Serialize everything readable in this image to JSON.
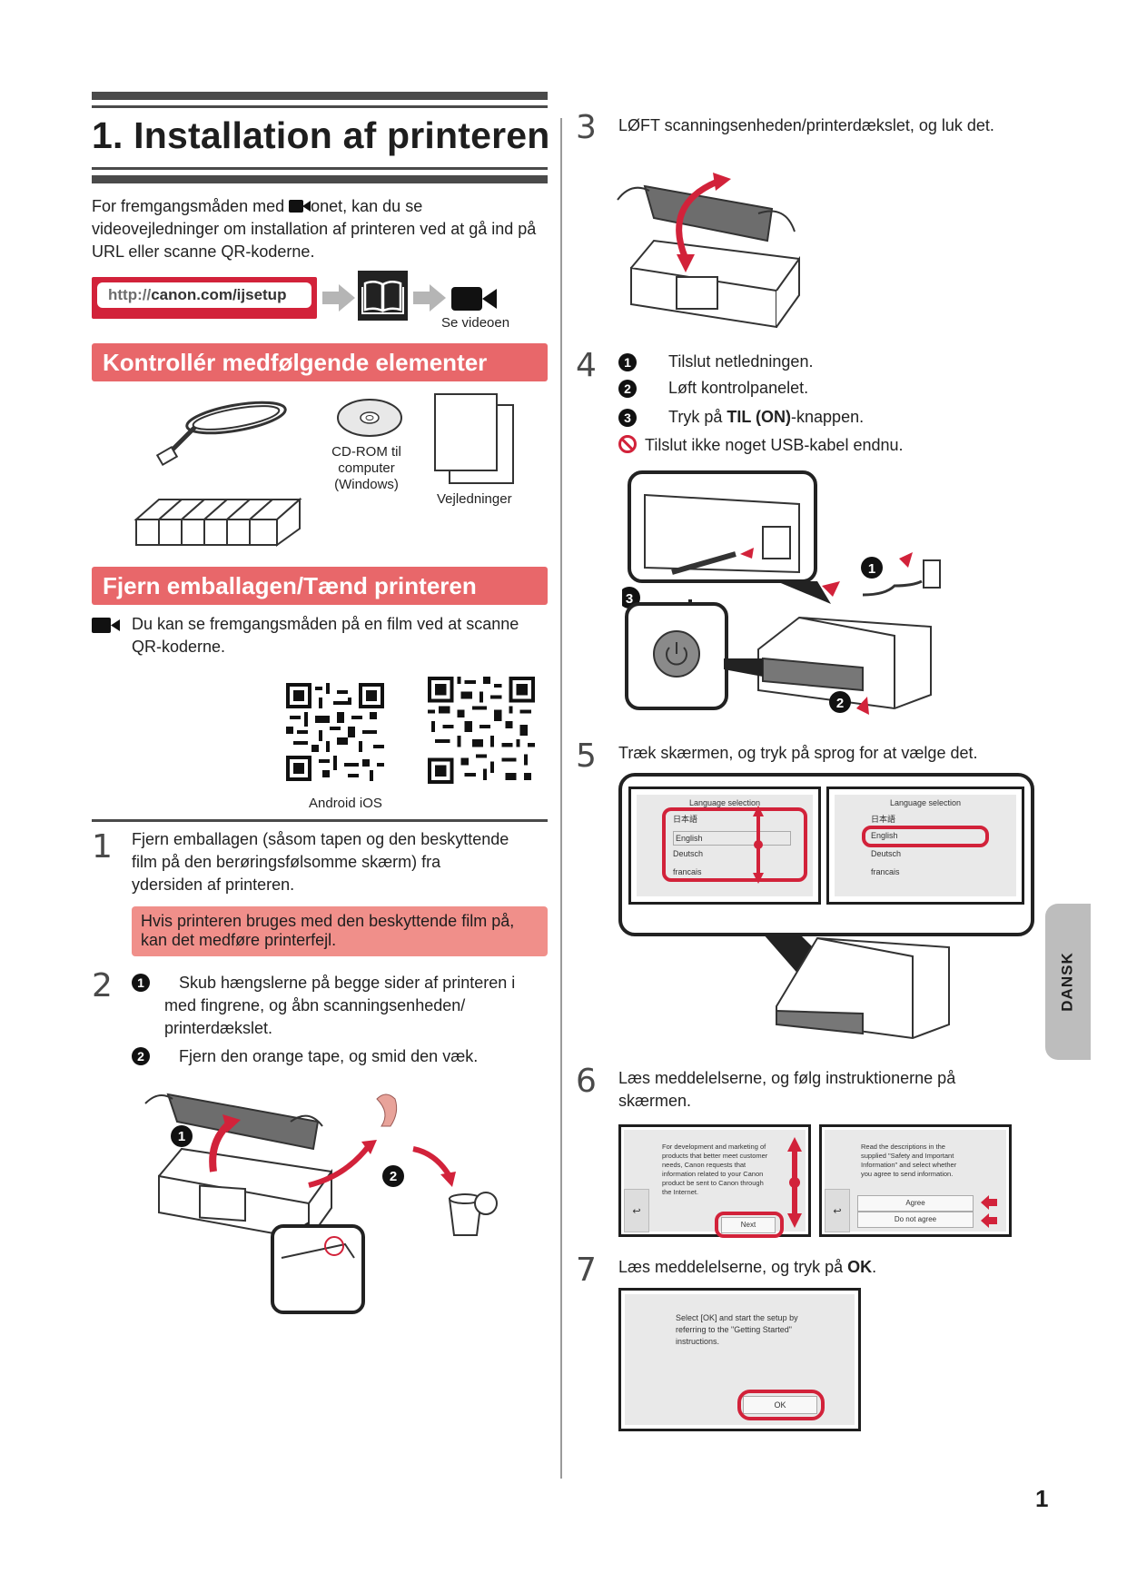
{
  "page": {
    "title": "1. Installation af printeren",
    "page_number": "1",
    "language_tab": "DANSK"
  },
  "intro": {
    "text_before_icon": "For fremgangsmåden med ",
    "icon": "video-camera-icon",
    "text_after_icon": "onet, kan du se videovejledninger om installation af printeren ved at gå ind på URL eller scanne QR-koderne.",
    "url_prefix": "http://",
    "url_bold": "canon.com/ijsetup",
    "book_icon": "open-book-icon",
    "see_video_label": "Se videoen"
  },
  "sections": {
    "contents_title": "Kontrollér medfølgende elementer",
    "contents_items": [
      {
        "icon": "power-cord-icon",
        "label": ""
      },
      {
        "icon": "cd-rom-icon",
        "label": "CD-ROM til computer (Windows)"
      },
      {
        "icon": "manuals-icon",
        "label": "Vejledninger"
      },
      {
        "icon": "ink-cartridges-icon",
        "label": ""
      }
    ],
    "cd_label_lines": [
      "CD-ROM til",
      "computer",
      "(Windows)"
    ],
    "manuals_label": "Vejledninger",
    "unpack_title": "Fjern emballagen/Tænd printeren",
    "video_note": "Du kan se fremgangsmåden på en film ved at scanne QR-koderne.",
    "qr_label": "Android iOS"
  },
  "steps": {
    "s1": {
      "num": "1",
      "text": "Fjern emballagen (såsom tapen og den beskyttende film på den berøringsfølsomme skærm) fra ydersiden af printeren.",
      "warning": "Hvis printeren bruges med den beskyttende film på, kan det medføre printerfejl."
    },
    "s2": {
      "num": "2",
      "items": [
        {
          "bullet": "1",
          "text": "Skub hængslerne på begge sider af printeren i med fingrene, og åbn scanningsenheden/ printerdækslet."
        },
        {
          "bullet": "2",
          "text": "Fjern den orange tape, og smid den væk."
        }
      ],
      "callouts": [
        "1",
        "2"
      ]
    },
    "s3": {
      "num": "3",
      "text": "LØFT scanningsenheden/printerdækslet, og luk det."
    },
    "s4": {
      "num": "4",
      "items": [
        {
          "bullet": "1",
          "text": "Tilslut netledningen."
        },
        {
          "bullet": "2",
          "text": "Løft kontrolpanelet."
        },
        {
          "bullet": "3",
          "text_pre": "Tryk på ",
          "text_bold": "TIL (ON)",
          "text_post": "-knappen."
        }
      ],
      "prohibition": "Tilslut ikke noget USB-kabel endnu.",
      "callouts": [
        "1",
        "2",
        "3"
      ]
    },
    "s5": {
      "num": "5",
      "text": "Træk skærmen, og tryk på sprog for at vælge det.",
      "screen_title": "Language selection",
      "languages": [
        "日本語",
        "English",
        "Deutsch",
        "francais"
      ]
    },
    "s6": {
      "num": "6",
      "text": "Læs meddelelserne, og følg instruktionerne på skærmen.",
      "screen1_text": "For development and marketing of products that better meet customer needs, Canon requests that information related to your Canon product be sent to Canon through the Internet.",
      "screen1_button": "Next",
      "screen2_text": "Read the descriptions in the supplied \"Safety and Important Information\" and select whether you agree to send information.",
      "screen2_buttons": [
        "Agree",
        "Do not agree"
      ],
      "back_glyph": "↩"
    },
    "s7": {
      "num": "7",
      "text_pre": "Læs meddelelserne, og tryk på ",
      "text_bold": "OK",
      "text_post": ".",
      "screen_text": "Select [OK] and start the setup by referring to the \"Getting Started\" instructions.",
      "screen_button": "OK"
    }
  },
  "colors": {
    "banner": "#e8676a",
    "warning_box": "#f08f8a",
    "accent_red": "#d2223a",
    "rule_gray": "#4a4a4a",
    "tab_gray": "#bdbdbd"
  }
}
